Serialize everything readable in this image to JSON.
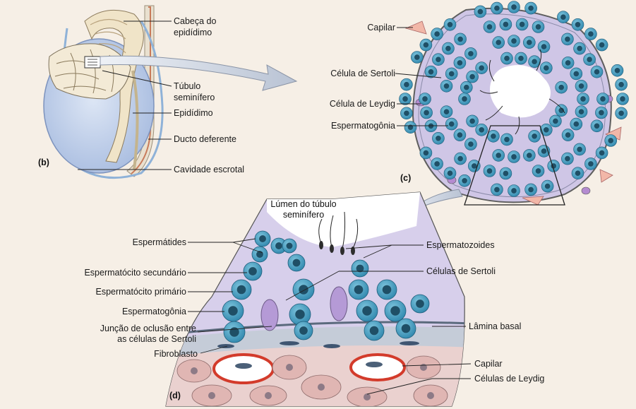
{
  "panel_b": {
    "panel_label": "(b)",
    "labels": {
      "cabeca_epididimo_1": "Cabeça do",
      "cabeca_epididimo_2": "epidídimo",
      "tubulo_1": "Túbulo",
      "tubulo_2": "seminífero",
      "epididimo": "Epidídimo",
      "ducto": "Ducto deferente",
      "cavidade": "Cavidade escrotal"
    }
  },
  "panel_c": {
    "panel_label": "(c)",
    "labels": {
      "capilar": "Capilar",
      "sertoli": "Célula de Sertoli",
      "leydig": "Célula de Leydig",
      "espermatogonia": "Espermatogônia"
    }
  },
  "panel_d": {
    "panel_label": "(d)",
    "lumen_1": "Lúmen do túbulo",
    "lumen_2": "seminífero",
    "left_labels": {
      "espermatides": "Espermátides",
      "esp_secundario": "Espermatócito secundário",
      "esp_primario": "Espermatócito primário",
      "espermatogonia": "Espermatogônia",
      "juncao_1": "Junção de oclusão entre",
      "juncao_2": "as células de Sertoli",
      "fibroblasto": "Fibroblasto"
    },
    "right_labels": {
      "espermatozoides": "Espermatozoides",
      "celulas_sertoli": "Células de Sertoli",
      "lamina": "Lâmina basal",
      "capilar": "Capilar",
      "leydig": "Células de Leydig"
    }
  },
  "colors": {
    "background": "#f6efe6",
    "cell_blue": "#4a9fc0",
    "cytoplasm_lilac": "#cfc6e6",
    "capillary_pink": "#f2b7a8",
    "leydig_pink": "#e8c2c0",
    "testis_blue": "#c5d4ec"
  }
}
